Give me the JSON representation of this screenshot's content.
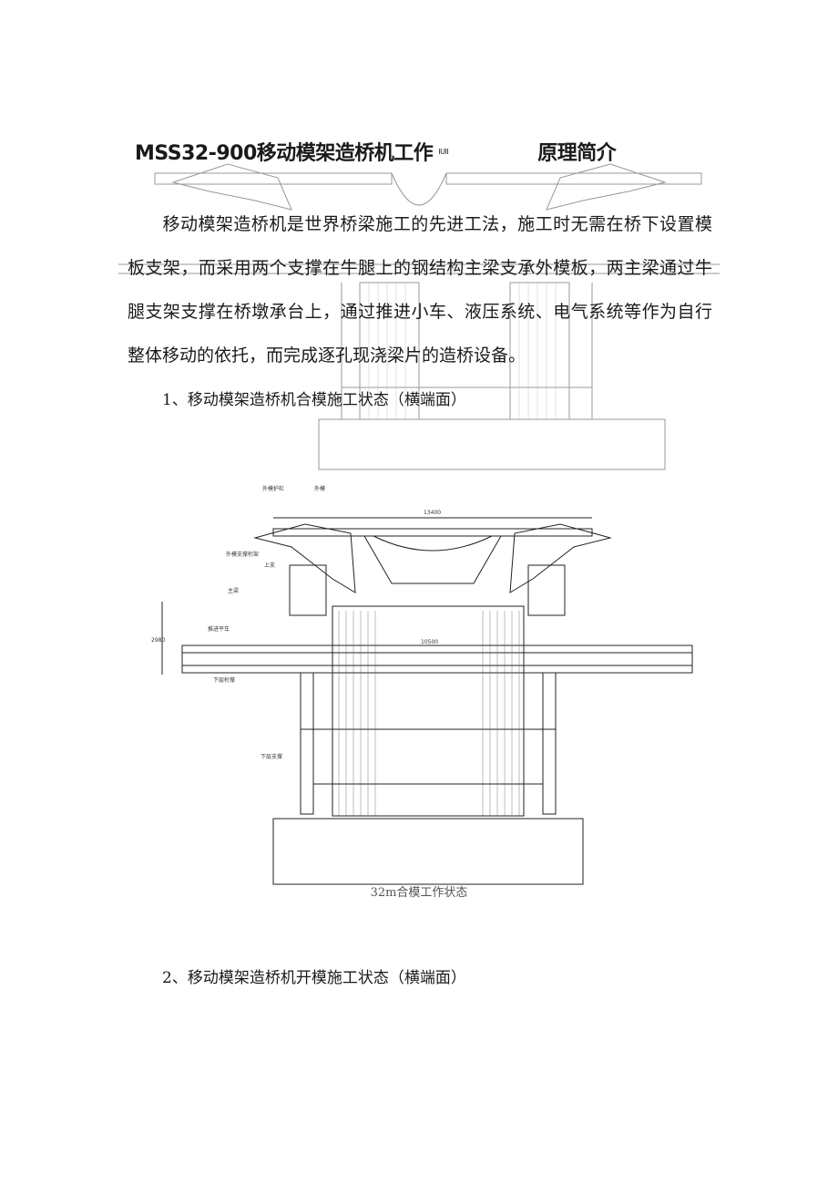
{
  "document": {
    "title_left": "MSS32-900移动模架造桥机工作",
    "title_mid": "IUII",
    "title_right": "原理简介",
    "paragraph": "移动模架造桥机是世界桥梁施工的先进工法，施工时无需在桥下设置模板支架，而采用两个支撑在牛腿上的钢结构主梁支承外模板，两主梁通过牛腿支架支撑在桥墩承台上，通过推进小车、液压系统、电气系统等作为自行整体移动的依托，而完成逐孔现浇梁片的造桥设备。",
    "section1": "1、移动模架造桥机合模施工状态（横端面）",
    "section2": "2、移动模架造桥机开模施工状态（横端面）",
    "figure_caption": "32m合模工作状态"
  },
  "figure": {
    "labels": {
      "guardrail": "外模护栏",
      "outer_form": "外模",
      "width_dim": "13400",
      "outer_support": "外模支撑桁架",
      "upper": "上支",
      "main_beam": "主梁",
      "push_car": "推进平车",
      "lower_bracket": "下层桁撑",
      "height_dim": "2980",
      "span_dim": "10500",
      "lower_brace": "下层支撑"
    }
  }
}
